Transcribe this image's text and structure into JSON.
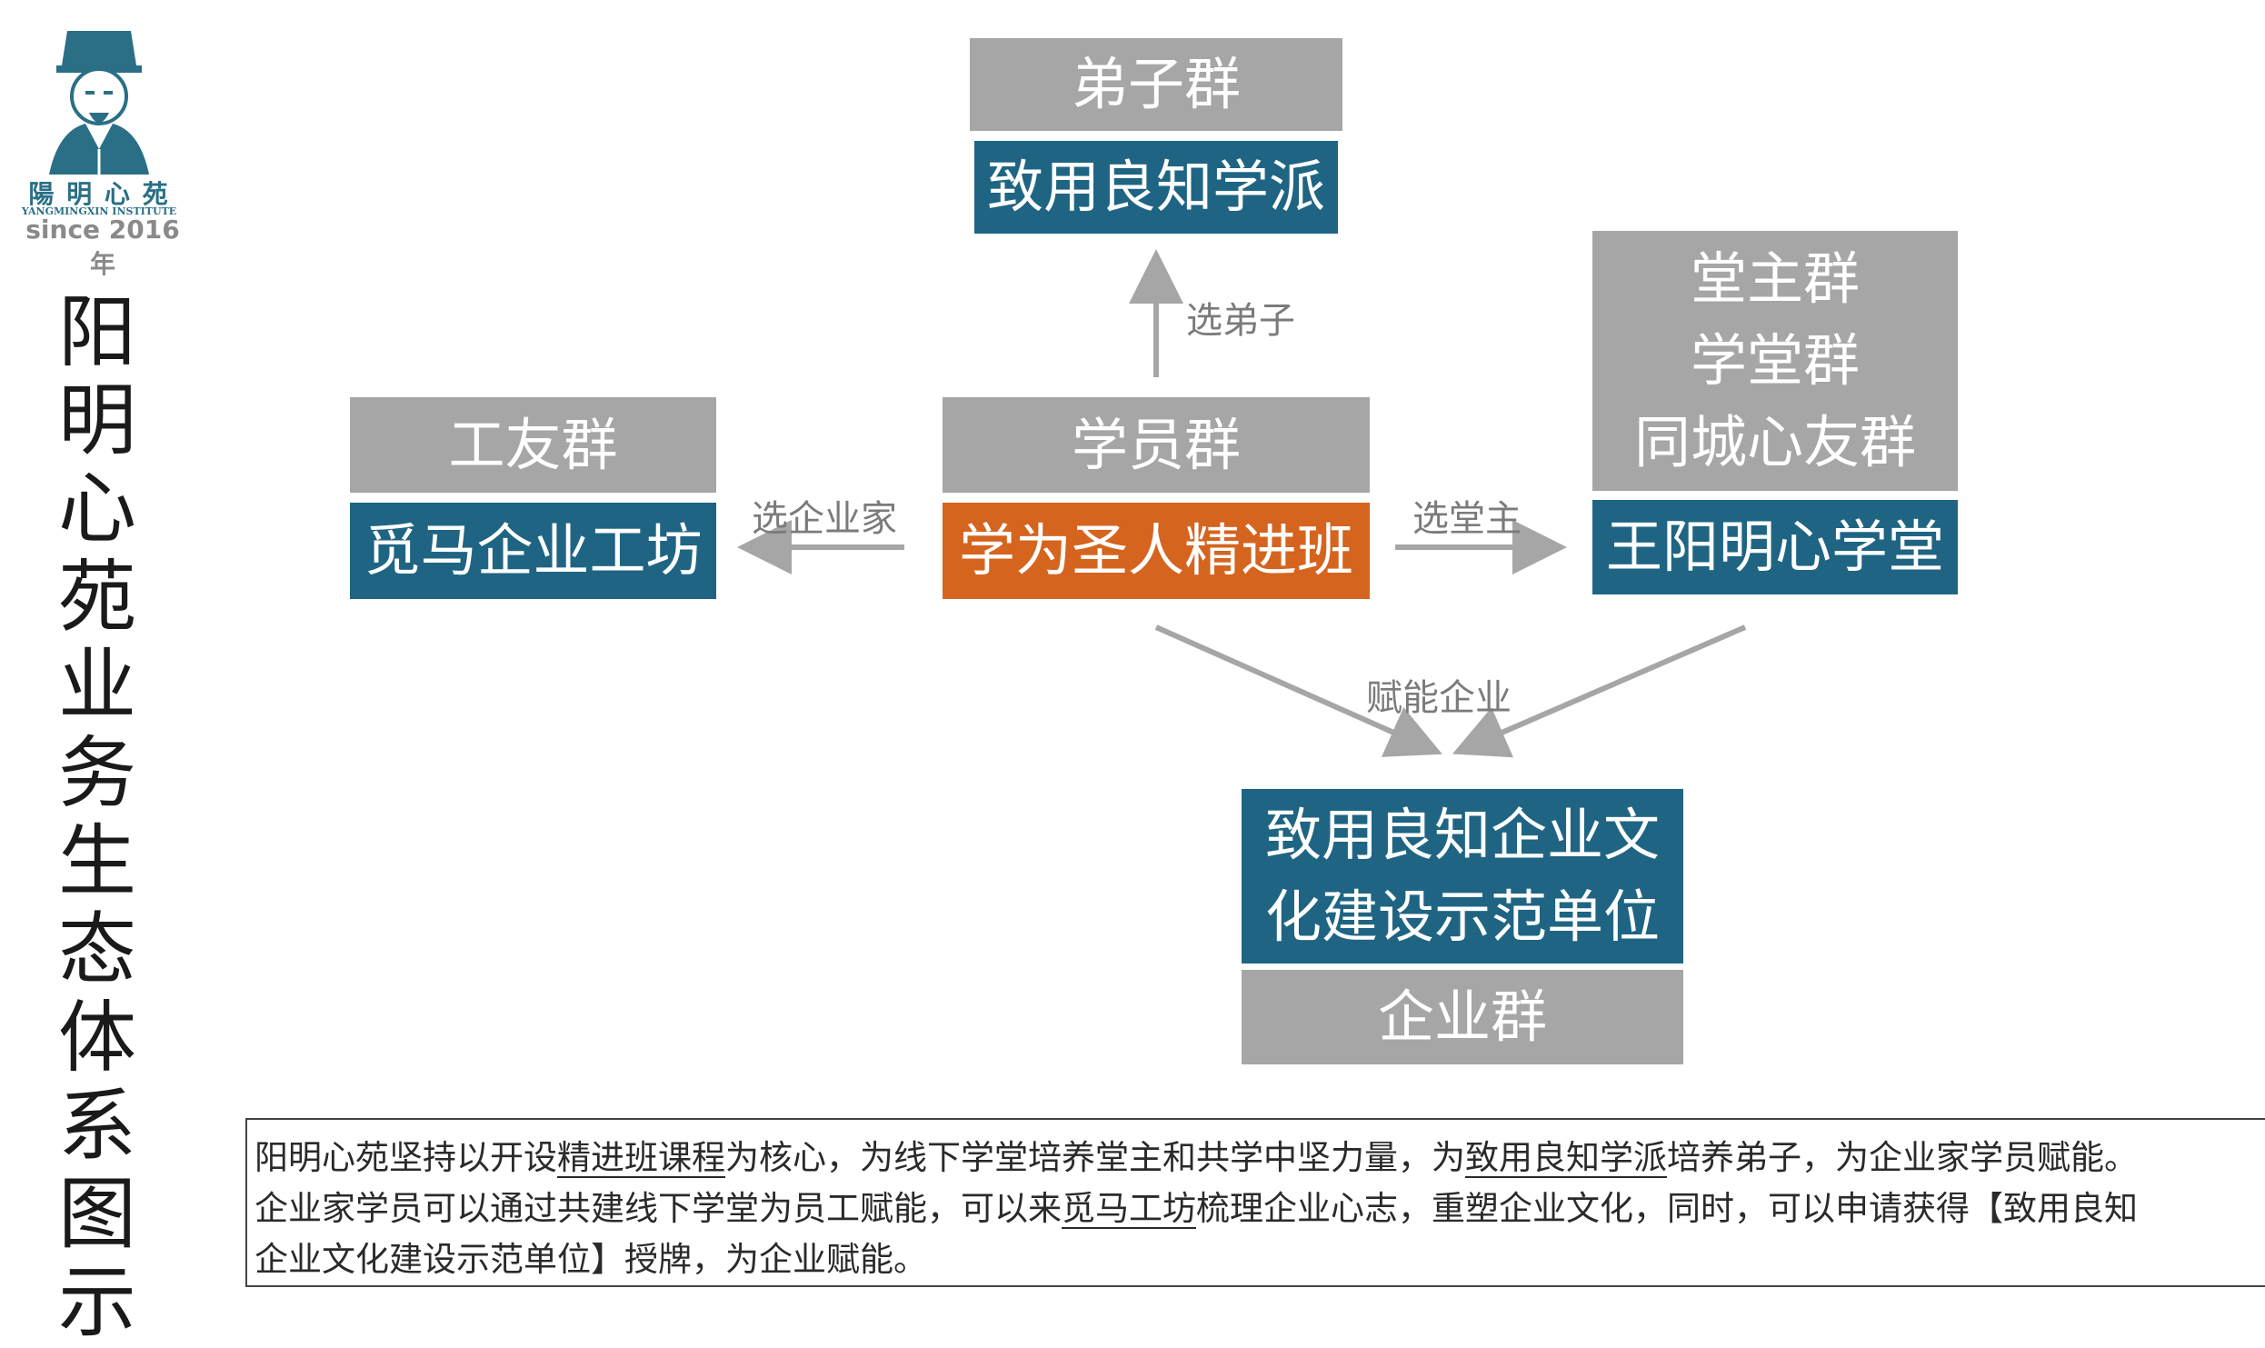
{
  "colors": {
    "gray": "#a6a6a6",
    "teal": "#1f6583",
    "orange": "#d5641f",
    "arrow": "#a6a6a6"
  },
  "logo": {
    "cn": "陽 明 心 苑",
    "en": "YANGMINGXIN INSTITUTE",
    "since": "since 2016年"
  },
  "title_chars": [
    "阳",
    "明",
    "心",
    "苑",
    "业",
    "务",
    "生",
    "态",
    "体",
    "系",
    "图",
    "示"
  ],
  "nodes": {
    "disciples_group": "弟子群",
    "school": "致用良知学派",
    "workers_group": "工友群",
    "workshop": "觅马企业工坊",
    "students_group": "学员群",
    "sage_class": "学为圣人精进班",
    "hall_groups": [
      "堂主群",
      "学堂群",
      "同城心友群"
    ],
    "academy": "王阳明心学堂",
    "model_unit": [
      "致用良知企业文",
      "化建设示范单位"
    ],
    "enterprise_group": "企业群"
  },
  "edges": {
    "select_disciples": "选弟子",
    "select_entrepreneurs": "选企业家",
    "select_hall_master": "选堂主",
    "empower": "赋能企业"
  },
  "description": {
    "l1_a": "阳明心苑坚持以开设",
    "l1_u1": "精进班课程",
    "l1_b": "为核心，为线下学堂培养堂主和共学中坚力量，为",
    "l1_u2": "致用良知学派",
    "l1_c": "培养弟子，为企业家学员赋能。",
    "l2_a": "企业家学员可以通过共建线下学堂为员工赋能，可以来",
    "l2_u1": "觅马工坊",
    "l2_b": "梳理企业心志，重塑企业文化，同时，可以申请获得【致用良知",
    "l3": "企业文化建设示范单位】授牌，为企业赋能。"
  }
}
